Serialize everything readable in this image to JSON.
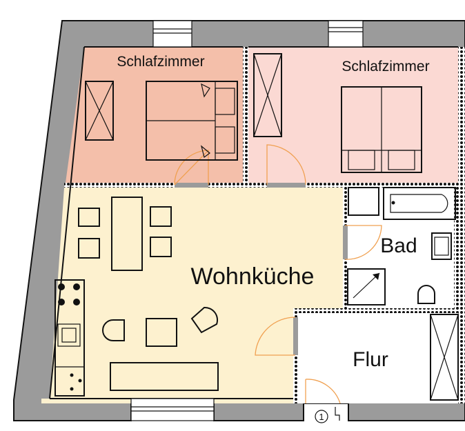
{
  "rooms": {
    "bedroom_left": {
      "label": "Schlafzimmer"
    },
    "bedroom_right": {
      "label": "Schlafzimmer"
    },
    "living_kitchen": {
      "label": "Wohnküche"
    },
    "bathroom": {
      "label": "Bad"
    },
    "hallway": {
      "label": "Flur"
    }
  },
  "entrance_marker": {
    "label": "1"
  },
  "colors": {
    "bedroom_left_fill": "#f4bfaa",
    "bedroom_right_fill": "#fbd9d3",
    "living_fill": "#fdf1cf",
    "wall_fill": "#9b9b9b",
    "door_swing": "#f0a050"
  }
}
